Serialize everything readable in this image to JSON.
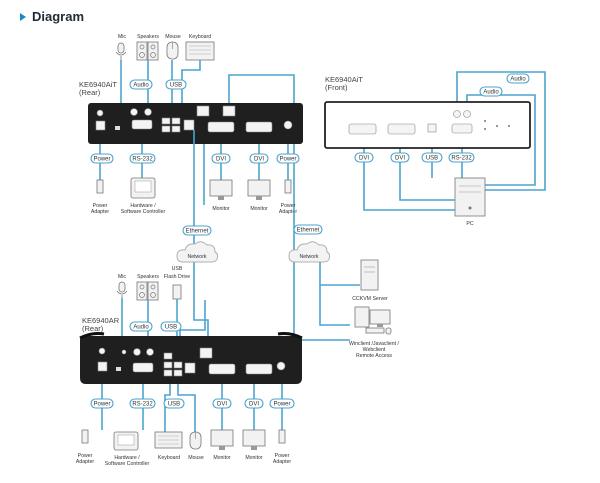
{
  "header": {
    "title": "Diagram"
  },
  "colors": {
    "cable": "#4ba3cf",
    "device": "#1f1f1f",
    "pill_border": "#4ba3cf",
    "heading": "#1a88c9",
    "cloud": "#b0b0b0"
  },
  "tx": {
    "model": "KE6940AiT",
    "side": "(Rear)",
    "peripherals": {
      "mic": "Mic",
      "speakers": "Speakers",
      "mouse": "Mouse",
      "keyboard": "Keyboard"
    },
    "labels": {
      "audio": "Audio",
      "usb": "USB",
      "power": "Power",
      "rs232": "RS-232",
      "dvi1": "DVI",
      "dvi2": "DVI",
      "power2": "Power"
    },
    "devices": {
      "power_adapter_1": "Power",
      "power_adapter_1b": "Adapter",
      "controller_1": "Hardware /",
      "controller_1b": "Software Controller",
      "monitor_1": "Monitor",
      "monitor_2": "Monitor",
      "power_adapter_2": "Power",
      "power_adapter_2b": "Adapter"
    }
  },
  "front": {
    "model": "KE6940AiT",
    "side": "(Front)",
    "labels": {
      "audio1": "Audio",
      "audio2": "Audio",
      "dvi1": "DVI",
      "dvi2": "DVI",
      "usb": "USB",
      "rs232": "RS-232"
    },
    "pc": "PC"
  },
  "network": {
    "ethernet_1": "Ethernet",
    "ethernet_2": "Ethernet",
    "cloud_1": "Network",
    "cloud_2": "Network",
    "server": "CCKVM Server",
    "client_1": "Winclient /Javaclient /",
    "client_2": "Webclient",
    "client_3": "Remote Access"
  },
  "rx": {
    "model": "KE6940AR",
    "side": "(Rear)",
    "peripherals": {
      "mic": "Mic",
      "speakers": "Speakers",
      "flash_1": "USB",
      "flash_2": "Flash Drive"
    },
    "labels": {
      "audio": "Audio",
      "usb1": "USB",
      "power": "Power",
      "rs232": "RS-232",
      "usb2": "USB",
      "dvi1": "DVI",
      "dvi2": "DVI",
      "power2": "Power"
    },
    "devices": {
      "power_adapter_1": "Power",
      "power_adapter_1b": "Adapter",
      "controller_1": "Hardware /",
      "controller_1b": "Software Controller",
      "keyboard": "Keyboard",
      "mouse": "Mouse",
      "monitor_1": "Monitor",
      "monitor_2": "Monitor",
      "power_adapter_2": "Power",
      "power_adapter_2b": "Adapter"
    }
  }
}
